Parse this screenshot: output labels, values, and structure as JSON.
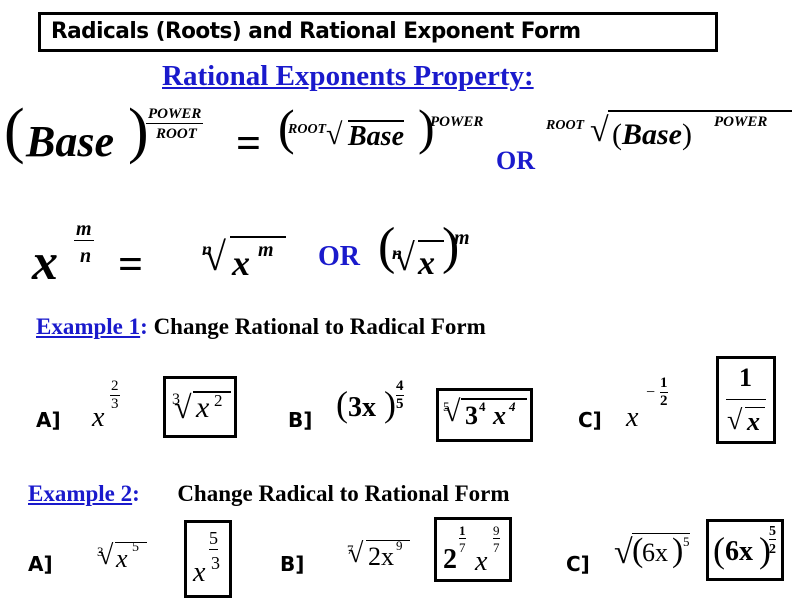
{
  "header": {
    "title": "Radicals (Roots) and Rational Exponent Form",
    "subtitle": "Rational Exponents Property:"
  },
  "property": {
    "base": "Base",
    "power": "POWER",
    "root": "ROOT",
    "equals": "=",
    "or": "OR"
  },
  "general_rule": {
    "variable": "x",
    "m": "m",
    "n": "n",
    "equals": "=",
    "or": "OR"
  },
  "example1": {
    "link": "Example 1",
    "colon": ":",
    "heading": "Change Rational to Radical Form",
    "items": [
      {
        "label": "A]",
        "problem": "x^(2/3)",
        "answer": "cube root of x^2",
        "base": "x",
        "exp_num": "2",
        "exp_den": "3",
        "ans_index": "3",
        "ans_rad": "x",
        "ans_pow": "2"
      },
      {
        "label": "B]",
        "problem": "(3x)^(4/5)",
        "answer": "5th root of 3^4 x^4",
        "base": "3x",
        "exp_num": "4",
        "exp_den": "5",
        "ans_index": "5",
        "ans_a": "3",
        "ans_a_pow": "4",
        "ans_b": "x",
        "ans_b_pow": "4"
      },
      {
        "label": "C]",
        "problem": "x^(-1/2)",
        "answer": "1 / sqrt(x)",
        "base": "x",
        "exp_sign": "−",
        "exp_num": "1",
        "exp_den": "2",
        "ans_num": "1",
        "ans_den": "x"
      }
    ]
  },
  "example2": {
    "link": "Example 2",
    "colon": ":",
    "heading": "Change Radical to Rational Form",
    "items": [
      {
        "label": "A]",
        "problem": "cube root of x^5",
        "answer": "x^(5/3)",
        "index": "3",
        "rad": "x",
        "pow": "5",
        "ans_base": "x",
        "ans_num": "5",
        "ans_den": "3"
      },
      {
        "label": "B]",
        "problem": "7th root of 2x^9",
        "answer": "2^(1/7) x^(9/7)",
        "index": "7",
        "rad": "2x",
        "pow": "9",
        "ans_a": "2",
        "ans_a_num": "1",
        "ans_a_den": "7",
        "ans_b": "x",
        "ans_b_num": "9",
        "ans_b_den": "7"
      },
      {
        "label": "C]",
        "problem": "sqrt((6x)^5)",
        "answer": "(6x)^(5/2)",
        "rad": "6x",
        "pow": "5",
        "ans_base": "6x",
        "ans_num": "5",
        "ans_den": "2"
      }
    ]
  },
  "colors": {
    "accent_blue": "#1a1acc",
    "text": "#000000",
    "background": "#ffffff"
  }
}
